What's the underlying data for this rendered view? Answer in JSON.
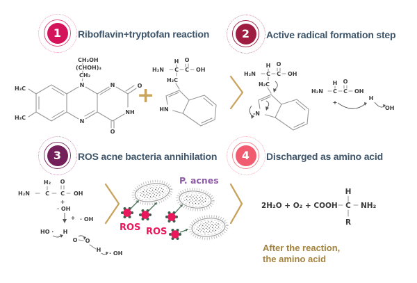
{
  "steps": [
    {
      "number": "1",
      "title": "Riboflavin+tryptofan reaction"
    },
    {
      "number": "2",
      "title": "Active radical formation step"
    },
    {
      "number": "3",
      "title": "ROS acne bacteria annihilation"
    },
    {
      "number": "4",
      "title": "Discharged as amino acid"
    }
  ],
  "labels": {
    "plus_sign": "+",
    "p_acnes": "P. acnes",
    "ros_1": "ROS",
    "ros_2": "ROS",
    "after_line_1": "After the reaction,",
    "after_line_2": "the amino acid"
  },
  "chem": {
    "riboflavin": {
      "chain_1": "CH₂OH",
      "chain_2": "(CHOH)₃",
      "chain_3": "CH₂",
      "methyl_top": "H₃C",
      "methyl_bottom": "H₃C",
      "n10": "N",
      "n5": "N",
      "n1": "N",
      "n3h": "NH",
      "o_top": "O",
      "o_bottom": "O"
    },
    "tryptophan": {
      "h2n": "H₂N",
      "alpha_h": "H",
      "c_alpha": "C",
      "c_carboxyl": "C",
      "o": "O",
      "oh": "OH",
      "h2c": "H₂C",
      "hn": "HN"
    },
    "tryptophan_radical": {
      "h2n": "H₂N",
      "alpha_h": "H",
      "c_alpha": "C",
      "c_carboxyl": "C",
      "o": "O",
      "oh": "OH",
      "h2c": "H₂C",
      "n_radical": "-N"
    },
    "amino_fragment": {
      "h2n": "H₂N",
      "alpha_h": "H",
      "c_alpha": "C",
      "c_carboxyl": "C",
      "o": "O",
      "oh": "OH",
      "plus": "+",
      "h": "H",
      "oh2": "OH"
    },
    "ros_chain": {
      "h2": "H₂",
      "o": "O",
      "h2n": "H₂N",
      "c_alpha": "C",
      "c_carboxyl": "C",
      "oh": "OH",
      "plus1": "+",
      "radical_oh1": "· OH",
      "plus2": "+",
      "radical_oh2": "· OH",
      "ho_radical": "HO ·",
      "h1": "H",
      "o1": "O",
      "o2": "O",
      "h2b": "H",
      "radical_oh3": "· OH"
    },
    "discharge": {
      "left": "2H₂O + O₂ + COOH",
      "h": "H",
      "c": "C",
      "r": "R",
      "nh2": "NH₂"
    }
  },
  "colors": {
    "title_text": "#3D5469",
    "gold_accent": "#C8A35D",
    "ros_magenta": "#E9175C",
    "acnes_purple": "#8E5BA6",
    "after_text_gold": "#A5823C",
    "badge_1": "#D4145A",
    "badge_2": "#9E1C40",
    "badge_3": "#731F59",
    "badge_4": "#F15B70"
  }
}
